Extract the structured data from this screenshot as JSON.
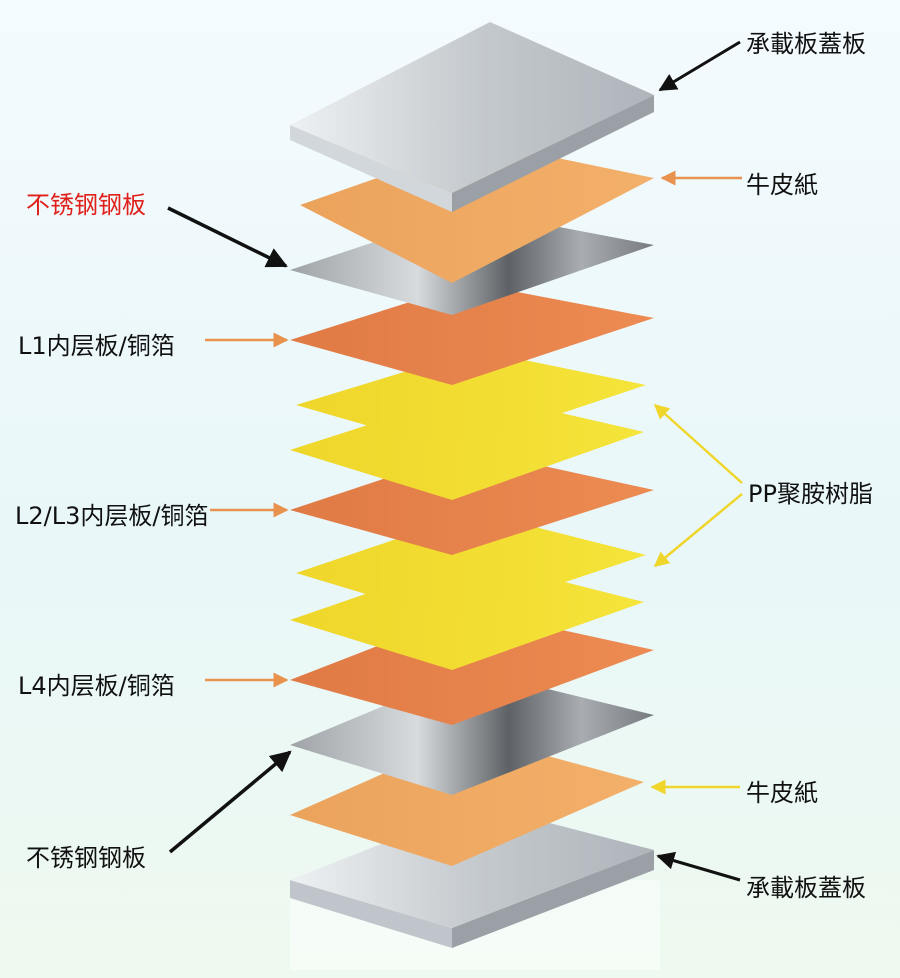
{
  "labels": {
    "carrier_cover_top": "承載板蓋板",
    "kraft_paper_top": "牛皮紙",
    "stainless_steel_top": "不锈钢钢板",
    "l1_inner_layer": "L1内层板/铜箔",
    "pp_resin": "PP聚胺树脂",
    "l2_l3_inner_layer": "L2/L3内层板/铜箔",
    "l4_inner_layer": "L4内层板/铜箔",
    "kraft_paper_bottom": "牛皮紙",
    "stainless_steel_bottom": "不锈钢钢板",
    "carrier_cover_bottom": "承載板蓋板"
  },
  "colors": {
    "carrier_cover": "#c9ced3",
    "kraft_paper": "#eda660",
    "stainless_steel": "#8a8e93",
    "copper": "#e8824b",
    "pp_resin": "#f1dc2a",
    "arrow_black": "#111111",
    "arrow_orange": "#e8924e",
    "arrow_yellow": "#f0d52a",
    "label_highlight": "#e0201a"
  },
  "layers": [
    {
      "kind": "carrier_cover"
    },
    {
      "kind": "kraft_paper"
    },
    {
      "kind": "stainless_steel"
    },
    {
      "kind": "copper"
    },
    {
      "kind": "pp_resin"
    },
    {
      "kind": "pp_resin"
    },
    {
      "kind": "copper"
    },
    {
      "kind": "pp_resin"
    },
    {
      "kind": "pp_resin"
    },
    {
      "kind": "copper"
    },
    {
      "kind": "stainless_steel"
    },
    {
      "kind": "kraft_paper"
    },
    {
      "kind": "carrier_cover"
    }
  ]
}
